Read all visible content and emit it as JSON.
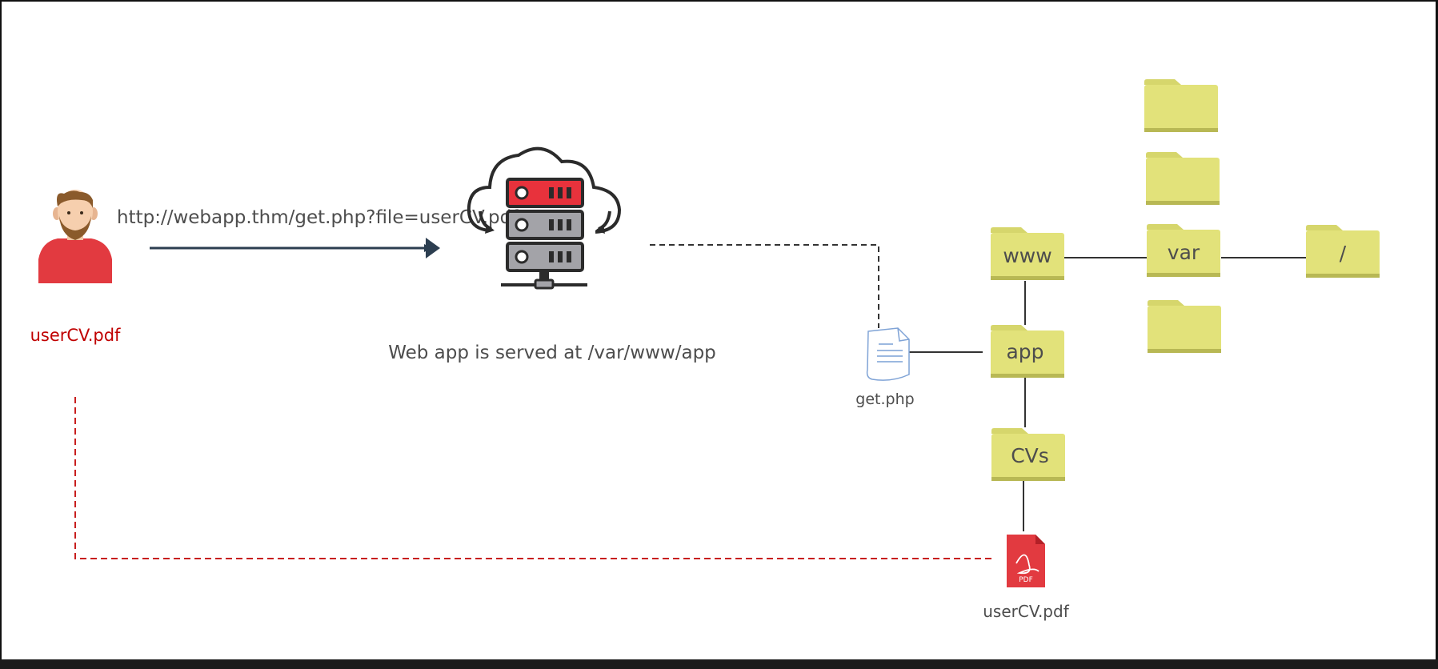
{
  "user": {
    "icon": "user-avatar-icon",
    "file_label": "userCV.pdf",
    "file_label_color": "#c00000"
  },
  "request": {
    "url": "http://webapp.thm/get.php?file=userCV.pdf"
  },
  "server": {
    "icon": "cloud-server-icon",
    "caption": "Web app is served at /var/www/app"
  },
  "filesystem": {
    "folder_color": "#e2e27a",
    "folders": {
      "root": "/",
      "var": "var",
      "www": "www",
      "app": "app",
      "cvs": "CVs"
    },
    "php_file": {
      "icon": "php-document-icon",
      "label": "get.php"
    },
    "pdf_file": {
      "icon": "pdf-file-icon",
      "label": "userCV.pdf",
      "badge": "PDF"
    }
  },
  "colors": {
    "arrow": "#2c3e50",
    "dashed_dark": "#333333",
    "dashed_red": "#c81e1e",
    "server_red": "#e8323c",
    "server_grey": "#a3a3a8"
  }
}
